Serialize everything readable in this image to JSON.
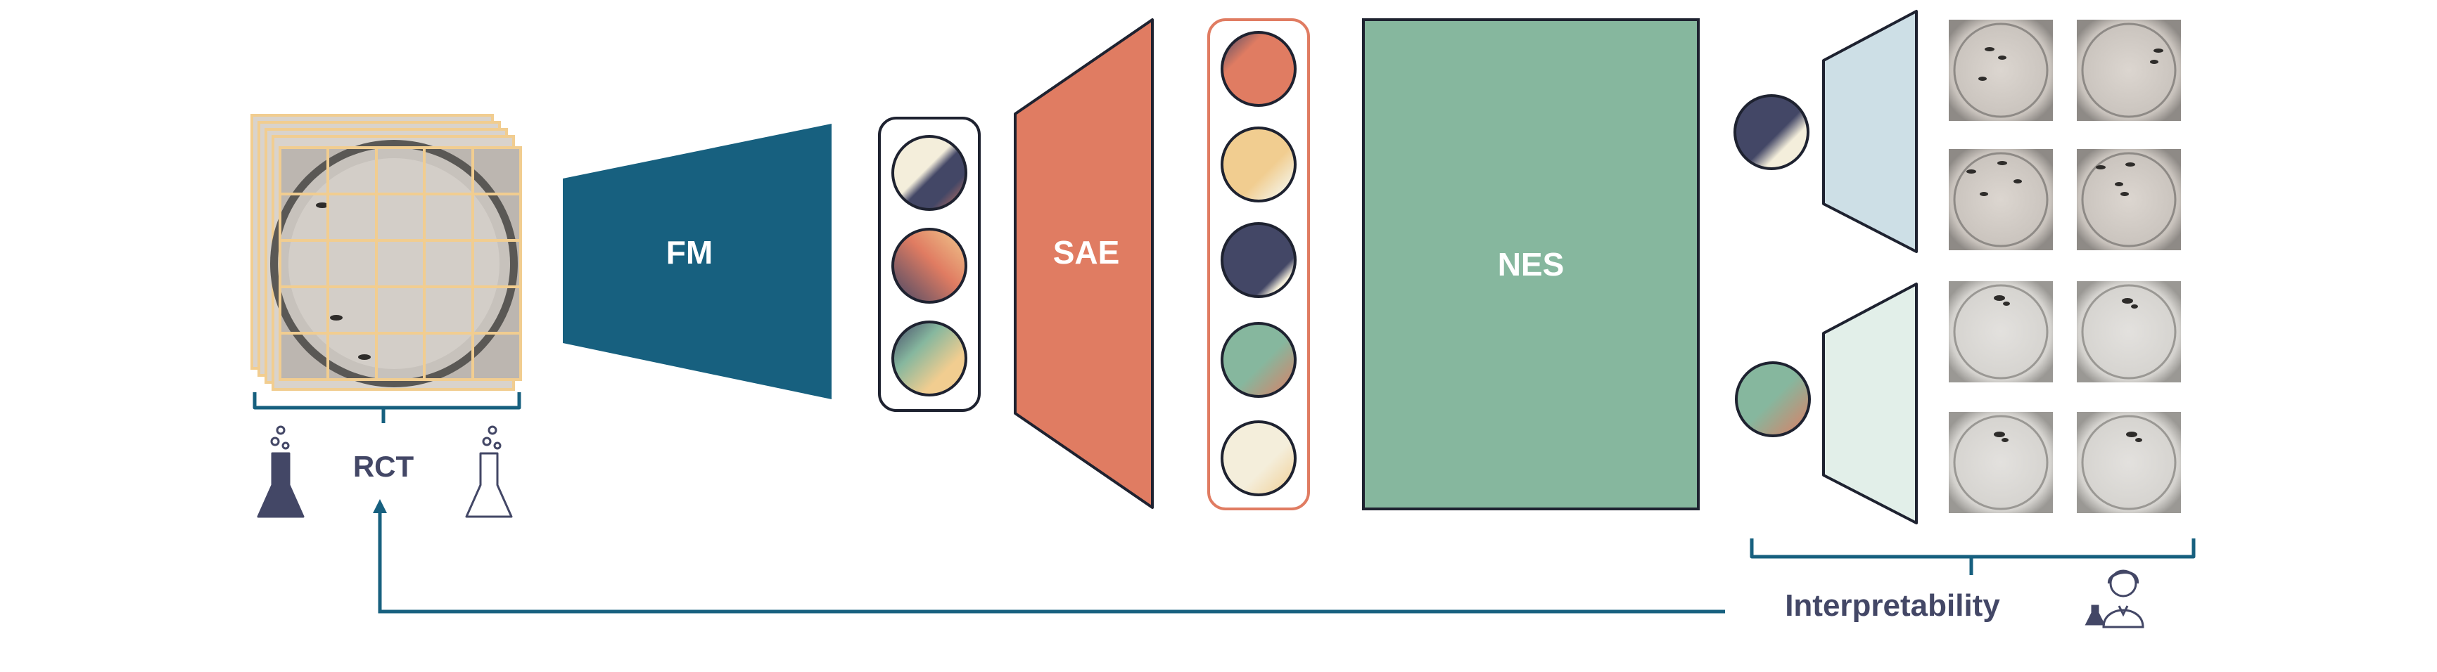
{
  "labels": {
    "fm": "FM",
    "sae": "SAE",
    "nes": "NES",
    "rct": "RCT",
    "interpretability": "Interpretability"
  },
  "icons": {
    "flask_filled": "flask-icon",
    "flask_outline": "flask-icon",
    "scientist": "scientist-icon"
  },
  "colors": {
    "fm": "#17607f",
    "sae": "#e07c62",
    "nes": "#86b79e",
    "navy": "#434766",
    "peach": "#f1cd90",
    "cream": "#f4eedb",
    "grid": "#f1cd90",
    "decoder_top": "#cddfe6",
    "decoder_bottom": "#e2efe9",
    "arrow": "#17607f",
    "text": "#434766"
  }
}
